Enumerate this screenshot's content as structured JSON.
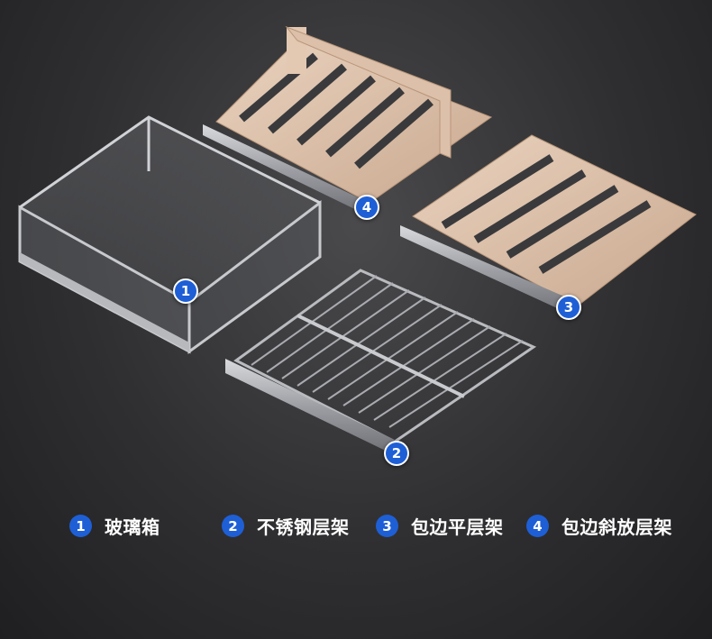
{
  "accent_color": "#1e5fd6",
  "markers": [
    "1",
    "2",
    "3",
    "4"
  ],
  "legend": [
    {
      "num": "1",
      "label": "玻璃箱"
    },
    {
      "num": "2",
      "label": "不锈钢层架"
    },
    {
      "num": "3",
      "label": "包边平层架"
    },
    {
      "num": "4",
      "label": "包边斜放层架"
    }
  ]
}
